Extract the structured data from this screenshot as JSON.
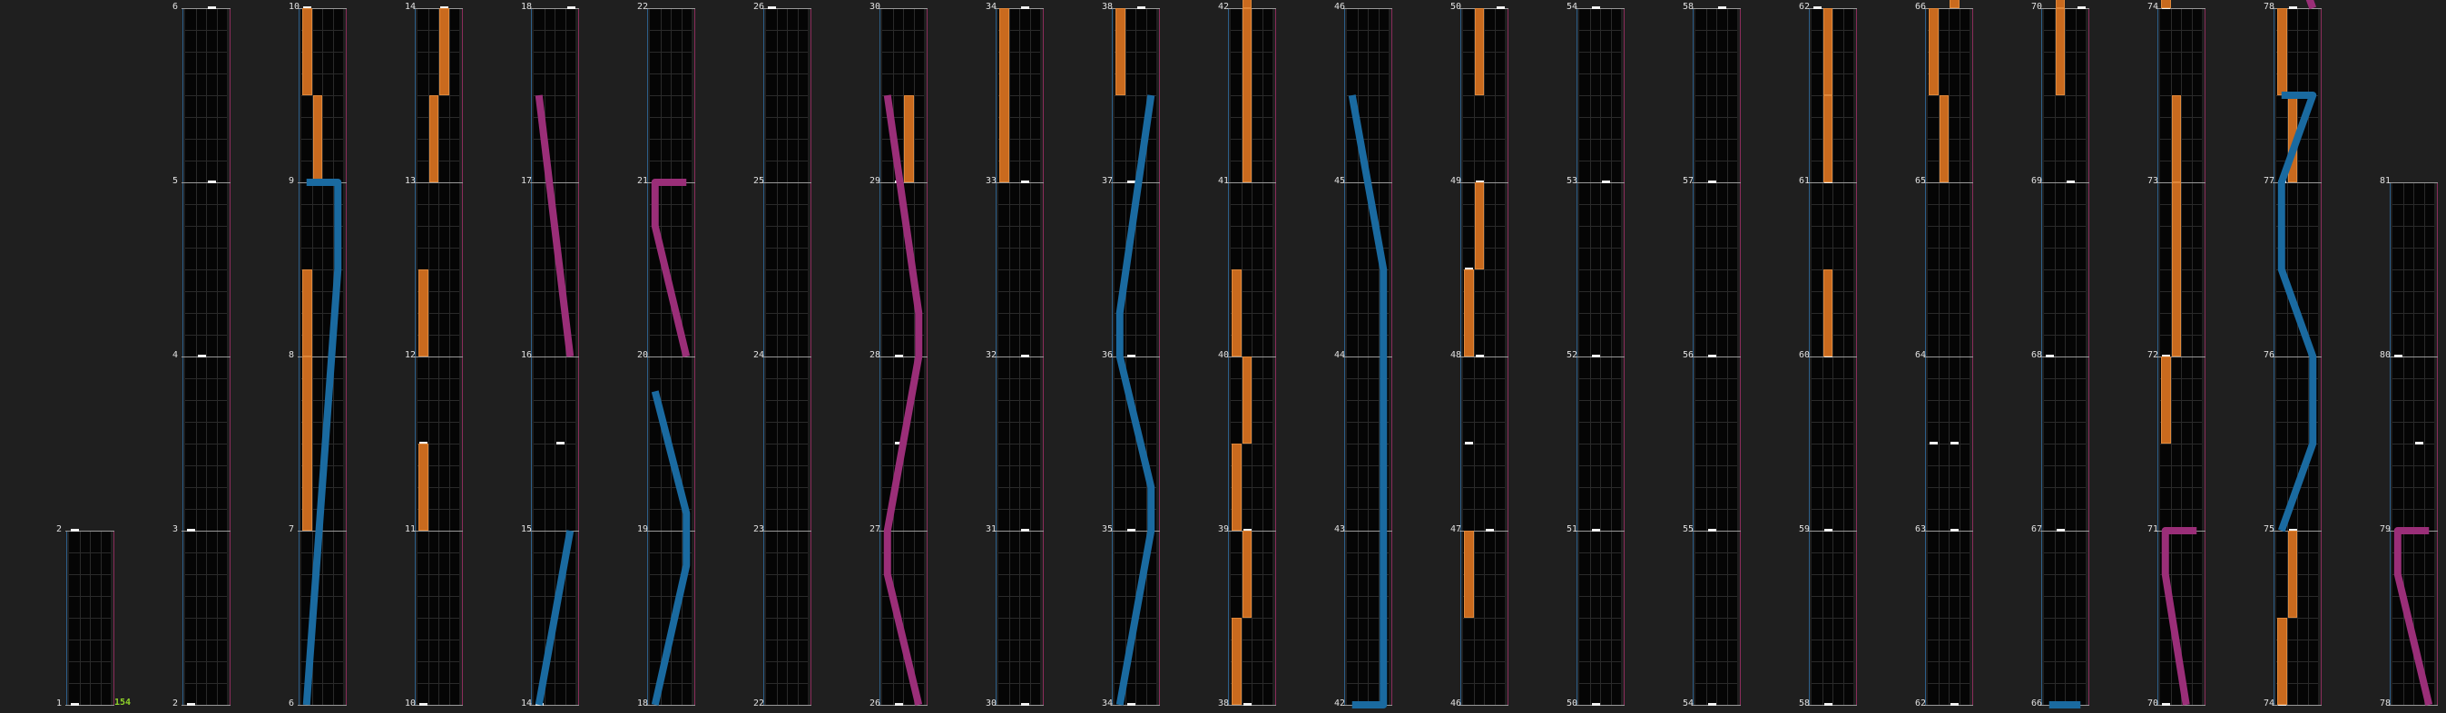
{
  "colors": {
    "background": "#1f1f1f",
    "lane": "#050505",
    "left_edge": "#2c5f8a",
    "right_edge": "#8a2c5a",
    "slide_blue": "#1a6aa0",
    "slide_magenta": "#9a2e78",
    "hold": "#c96a1e",
    "combo": "#8fd12a"
  },
  "combo_count": "154",
  "measure_labels": [
    "1",
    "2",
    "3",
    "4",
    "5",
    "6",
    "7",
    "8",
    "9",
    "10",
    "11",
    "12",
    "13",
    "14",
    "15",
    "16",
    "17",
    "18",
    "19",
    "20",
    "21",
    "22",
    "23",
    "24",
    "25",
    "26",
    "27",
    "28",
    "29",
    "30",
    "31",
    "32",
    "33",
    "34",
    "35",
    "36",
    "37",
    "38",
    "39",
    "40",
    "41",
    "42",
    "43",
    "44",
    "45",
    "46",
    "47",
    "48",
    "49",
    "50",
    "51",
    "52",
    "53",
    "54",
    "55",
    "56",
    "57",
    "58",
    "59",
    "60",
    "61",
    "62",
    "63",
    "64",
    "65",
    "66",
    "67",
    "68",
    "69",
    "70",
    "71",
    "72",
    "73",
    "74",
    "75",
    "76",
    "77",
    "78",
    "79",
    "80",
    "81"
  ]
}
